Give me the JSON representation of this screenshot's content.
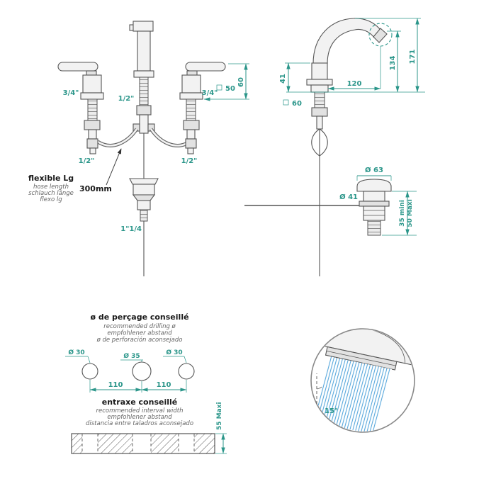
{
  "colors": {
    "dim": "#2b968a",
    "line": "#555555",
    "spray": "#4e9fd4"
  },
  "front_view": {
    "handle_left_size": "3/4\"",
    "handle_right_size": "3/4\"",
    "spout_size": "1/2\"",
    "inlet_left_size": "1/2\"",
    "inlet_right_size": "1/2\"",
    "handle_height": "60",
    "base_square": "50",
    "flexible_title": "flexible Lg",
    "flexible_en": "hose length",
    "flexible_de": "schlauch länge",
    "flexible_es": "flexo lg",
    "flexible_value": "300mm",
    "drain_size": "1\"1/4"
  },
  "side_view": {
    "body_height": "41",
    "spout_height": "134",
    "total_height": "171",
    "spout_reach": "120",
    "base_square": "60",
    "drain_cap_dia": "Ø 63",
    "drain_neck_dia": "Ø 41",
    "deck_min": "35 mini",
    "deck_max": "50 Maxi"
  },
  "drilling": {
    "title": "ø de perçage conseillé",
    "subtitle_en": "recommended drilling ø",
    "subtitle_de": "empfohlener abstand",
    "subtitle_es": "ø de perforación aconsejado",
    "hole_left": "Ø 30",
    "hole_center": "Ø 35",
    "hole_right": "Ø 30",
    "spacing_left": "110",
    "spacing_right": "110",
    "interval_title": "entraxe conseillé",
    "interval_en": "recommended interval width",
    "interval_de": "empfohlener abstand",
    "interval_es": "distancia entre taladros aconsejado",
    "deck_thickness": "55 Maxi"
  },
  "spray_detail": {
    "angle": "15°"
  }
}
